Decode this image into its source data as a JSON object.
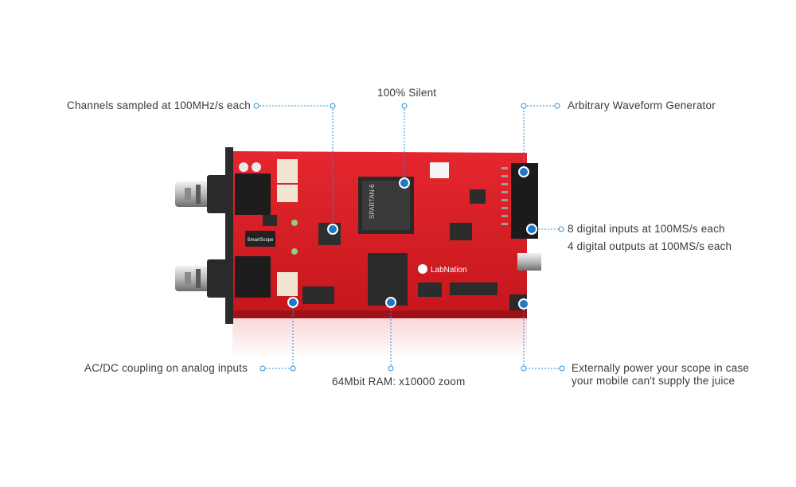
{
  "product": {
    "board_logo_text": "LabNation",
    "chip_marking": "SPARTAN-6",
    "panel_label": "SmartScope"
  },
  "callouts": {
    "silent": "100% Silent",
    "channels": "Channels sampled at 100MHz/s each",
    "awg": "Arbitrary Waveform Generator",
    "digital_in": "8 digital inputs at 100MS/s each",
    "digital_out": "4 digital outputs at 100MS/s each",
    "coupling": "AC/DC coupling on analog inputs",
    "ram": "64Mbit RAM: x10000 zoom",
    "power_line1": "Externally power your scope in case",
    "power_line2": "your mobile can't supply the juice"
  },
  "colors": {
    "pcb": "#d81f26",
    "pcb_dark": "#a8141a",
    "callout_line": "#2a8fd8",
    "marker": "#1f78c8",
    "text": "#3a3a3a"
  }
}
